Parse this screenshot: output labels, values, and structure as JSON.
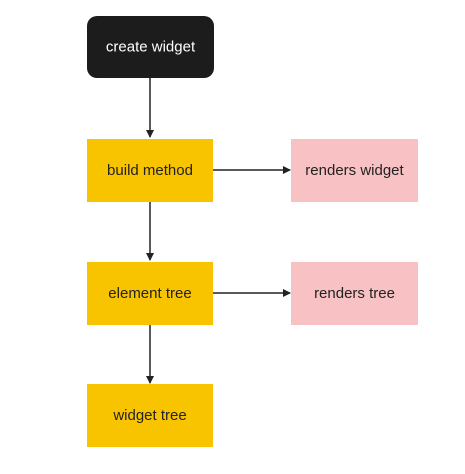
{
  "diagram": {
    "nodes": [
      {
        "id": "create_widget",
        "label": "create widget",
        "shape": "rounded",
        "fill": "#1c1c1c",
        "text_color": "#ffffff"
      },
      {
        "id": "build_method",
        "label": "build method",
        "shape": "rect",
        "fill": "#f8c400",
        "text_color": "#222222"
      },
      {
        "id": "renders_widget",
        "label": "renders widget",
        "shape": "rect",
        "fill": "#f8c1c3",
        "text_color": "#222222"
      },
      {
        "id": "element_tree",
        "label": "element tree",
        "shape": "rect",
        "fill": "#f8c400",
        "text_color": "#222222"
      },
      {
        "id": "renders_tree",
        "label": "renders tree",
        "shape": "rect",
        "fill": "#f8c1c3",
        "text_color": "#222222"
      },
      {
        "id": "widget_tree",
        "label": "widget tree",
        "shape": "rect",
        "fill": "#f8c400",
        "text_color": "#222222"
      }
    ],
    "edges": [
      {
        "from": "create_widget",
        "to": "build_method"
      },
      {
        "from": "build_method",
        "to": "renders_widget"
      },
      {
        "from": "build_method",
        "to": "element_tree"
      },
      {
        "from": "element_tree",
        "to": "renders_tree"
      },
      {
        "from": "element_tree",
        "to": "widget_tree"
      }
    ],
    "colors": {
      "edge": "#222222",
      "background": "#ffffff"
    }
  }
}
